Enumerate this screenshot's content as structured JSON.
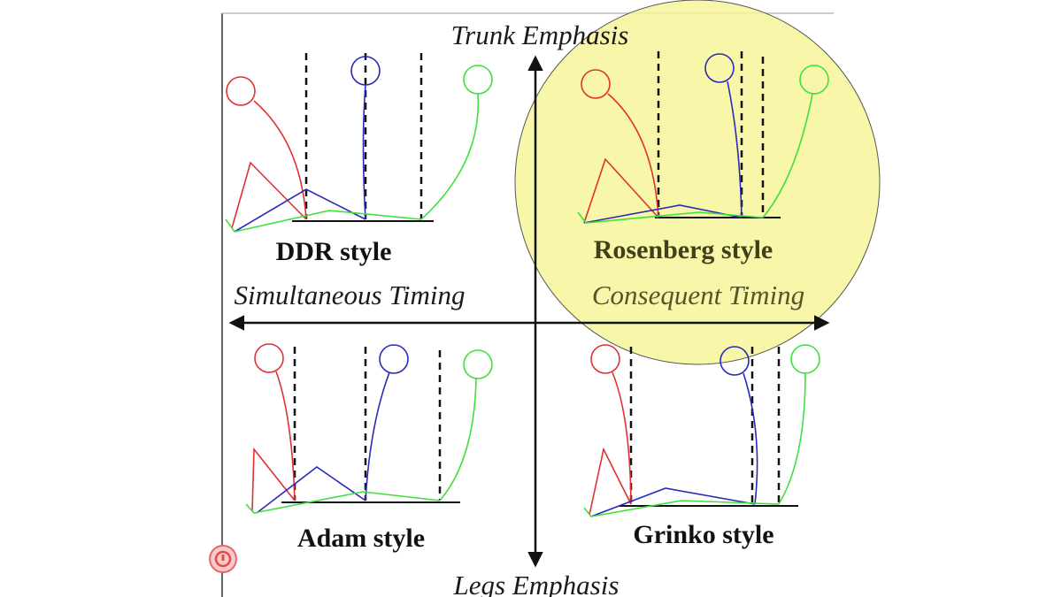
{
  "axes": {
    "top_label": "Trunk Emphasis",
    "bottom_label": "Legs Emphasis",
    "left_label": "Simultaneous Timing",
    "right_label": "Consequent Timing"
  },
  "quadrants": {
    "top_left": {
      "label": "DDR style"
    },
    "top_right": {
      "label": "Rosenberg style"
    },
    "bottom_left": {
      "label": "Adam style"
    },
    "bottom_right": {
      "label": "Grinko style"
    }
  },
  "colors": {
    "red_figure": "#e03030",
    "blue_figure": "#2a2ab8",
    "green_figure": "#3fe03a",
    "highlight": "#f6f59a",
    "axis": "#111111"
  },
  "overlay": {
    "icon": "record-button-icon"
  }
}
